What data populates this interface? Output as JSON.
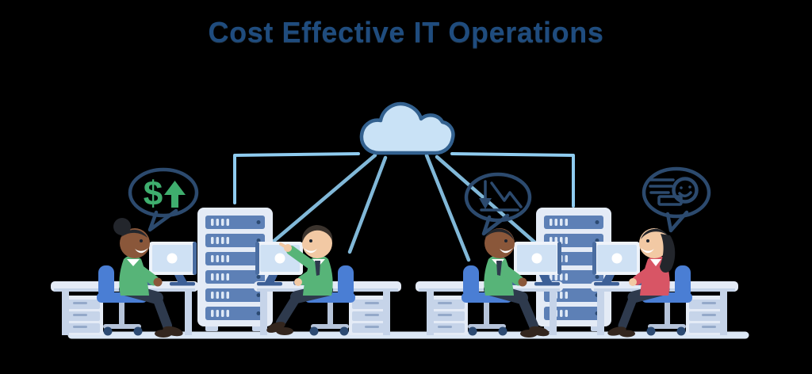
{
  "title": "Cost Effective IT Operations",
  "illustration": {
    "cloud": {
      "icon": "cloud-icon"
    },
    "speech_bubbles": [
      {
        "name": "cost-increase-bubble",
        "dollar_symbol": "$",
        "icon": "up-arrow-icon"
      },
      {
        "name": "cost-decline-bubble",
        "icon": "declining-line-chart-icon"
      },
      {
        "name": "happy-chat-bubble",
        "icon": "chat-lines-smiley-icon"
      }
    ],
    "workstation_count": 4,
    "server_rack_count": 2
  },
  "colors": {
    "background": "#000000",
    "title_text": "#1f4c7e",
    "cloud_fill": "#c9e2f6",
    "cloud_stroke": "#33618f",
    "connector_blue": "#8fccf0",
    "bubble_outline": "#2c4a6e",
    "money_green": "#3fae6e",
    "sweater_green": "#57b478",
    "sweater_red": "#d85565",
    "skin_dark": "#8a573a",
    "skin_light": "#f2c9a4",
    "hair_black": "#23262c",
    "hair_brown": "#3b332d",
    "chair_blue": "#4a7ed4",
    "furniture_light": "#e4ebf6",
    "furniture_mid": "#c6d4e9",
    "drawer_handle": "#94a9c9",
    "server_unit": "#5d80b6",
    "server_slot": "#dfe9f6",
    "navy_detail": "#2c4a72",
    "monitor_screen": "#cfe1f4",
    "monitor_bezel": "#eef3fa",
    "monitor_edge": "#4a6da1",
    "monitor_stand": "#3c5f96",
    "keyboard": "#49699b",
    "pants_dark": "#2e3a4d",
    "shoe_dark": "#33261e",
    "metal_gray": "#b6c4da",
    "floor": "#dce8f6"
  }
}
